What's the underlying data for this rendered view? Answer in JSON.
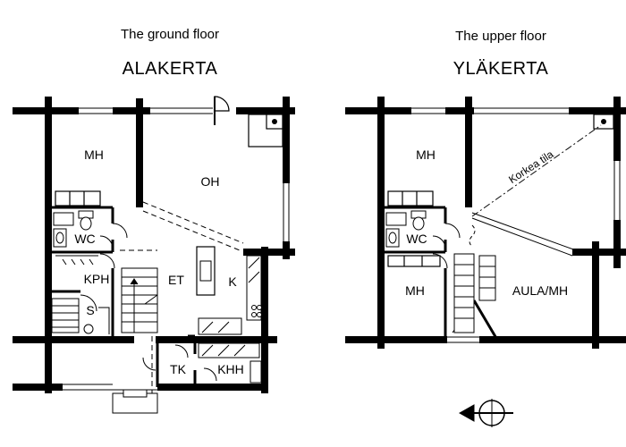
{
  "ground": {
    "caption": "The ground floor",
    "heading": "ALAKERTA",
    "rooms": {
      "mh": "MH",
      "oh": "OH",
      "wc": "WC",
      "kph": "KPH",
      "s": "S",
      "et": "ET",
      "k": "K",
      "tk": "TK",
      "khh": "KHH"
    }
  },
  "upper": {
    "caption": "The upper floor",
    "heading": "YLÄKERTA",
    "rooms": {
      "mh_top": "MH",
      "wc": "WC",
      "mh_bottom": "MH",
      "aula": "AULA/MH",
      "open_space": "Korkea tila"
    }
  },
  "icons": {
    "fireplace": "fireplace-icon",
    "north_arrow": "north-arrow-icon",
    "toilet": "toilet-icon",
    "sink": "sink-icon",
    "shower": "shower-icon",
    "stairs": "stairs-icon",
    "stove": "stove-icon",
    "door": "door-swing-icon"
  }
}
